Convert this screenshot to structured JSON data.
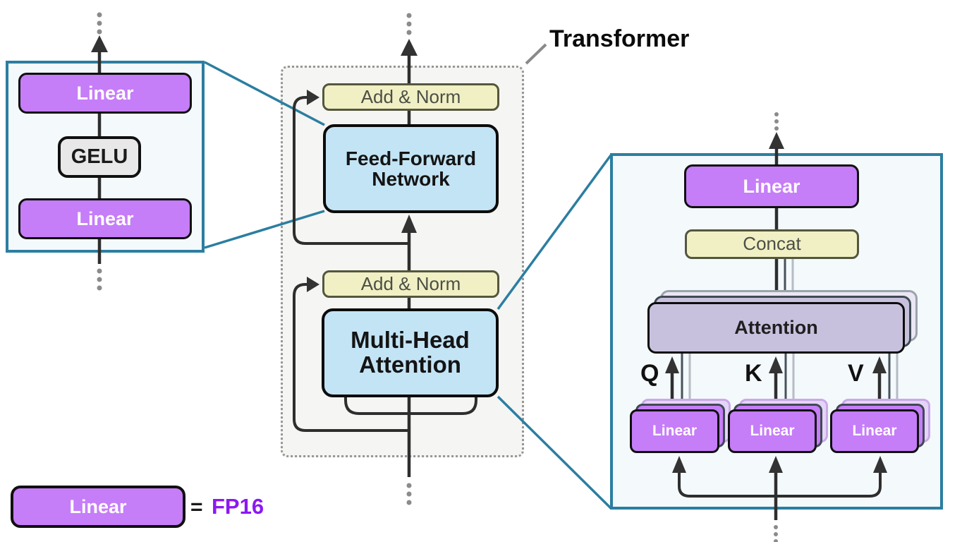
{
  "title_label": "Transformer",
  "left_panel": {
    "linear_top": "Linear",
    "gelu": "GELU",
    "linear_bottom": "Linear"
  },
  "transformer_block": {
    "add_norm_top": "Add & Norm",
    "ffn": "Feed-Forward Network",
    "add_norm_bottom": "Add & Norm",
    "mha": "Multi-Head Attention"
  },
  "attention_panel": {
    "linear_out": "Linear",
    "concat": "Concat",
    "attention": "Attention",
    "q_label": "Q",
    "k_label": "K",
    "v_label": "V",
    "q_linear": "Linear",
    "k_linear": "Linear",
    "v_linear": "Linear"
  },
  "legend": {
    "box_label": "Linear",
    "equals_sign": "=",
    "precision_label": "FP16"
  },
  "colors": {
    "linear_fill": "#c67df8",
    "linear_stack_fill": "#e6d4f8",
    "attention_fill": "#c8c1de",
    "attention_stack_fill": "#eae6f4",
    "add_norm_fill": "#f1f0c4",
    "block_fill": "#c3e4f5",
    "gelu_fill": "#e8e8e8",
    "panel_fill": "#f4f9fc",
    "panel_border": "#2b7ea1",
    "transformer_outline_fill": "#f5f5f3",
    "line_color": "#2e2e2e",
    "fp16_text": "#8c18f3"
  }
}
